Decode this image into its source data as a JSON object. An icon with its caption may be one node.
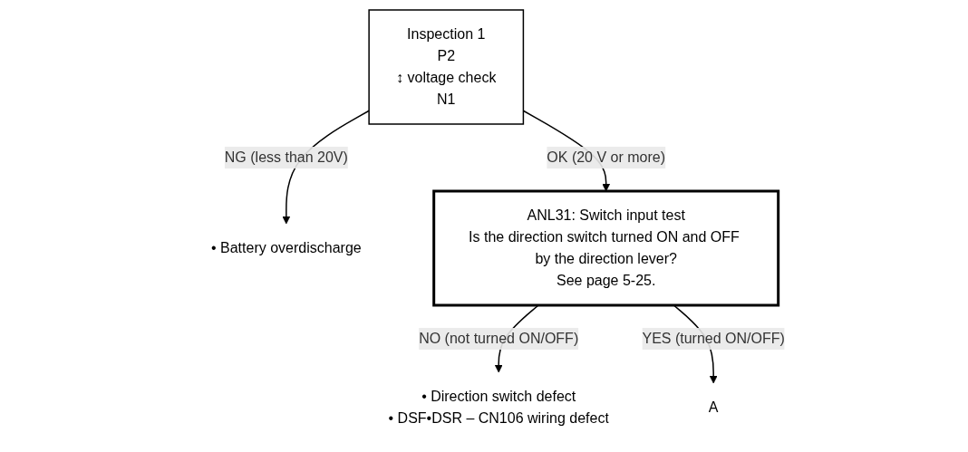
{
  "diagram": {
    "nodes": [
      {
        "text": [
          "Inspection 1",
          "P2",
          "↕ voltage check",
          "N1"
        ]
      },
      {
        "text": [
          "• Battery overdischarge"
        ]
      },
      {
        "text": [
          "ANL31: Switch input test",
          "Is the direction switch turned ON and OFF by the direction lever?",
          "See page 5-25."
        ]
      },
      {
        "text": [
          "• Direction switch defect",
          "• DSF•DSR – CN106 wiring defect"
        ]
      },
      {
        "text": [
          "A"
        ]
      }
    ],
    "edges": [
      {
        "from": 0,
        "to": 1,
        "arrow": "to",
        "label": "NG (less than 20V)"
      },
      {
        "from": 0,
        "to": 2,
        "arrow": "to",
        "label": "OK (20 V or more)"
      },
      {
        "from": 2,
        "to": 3,
        "arrow": "to",
        "label": "NO (not turned ON/OFF)"
      },
      {
        "from": 2,
        "to": 4,
        "arrow": "to",
        "label": "YES (turned ON/OFF)"
      }
    ]
  }
}
